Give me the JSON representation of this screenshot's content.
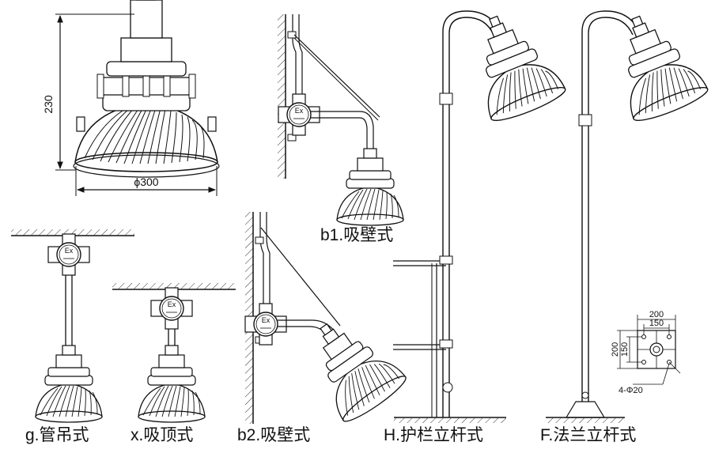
{
  "dimensions": {
    "height": "230",
    "diameter": "ϕ300",
    "flange_outer": "200",
    "flange_inner": "150",
    "flange_outer_v": "200",
    "flange_inner_v": "150",
    "holes": "4-Φ20"
  },
  "box_marks": {
    "g": "Ex",
    "x": "Ex",
    "b1": "Ex",
    "b2": "Ex"
  },
  "labels": {
    "b1": "b1.吸壁式",
    "g": "g.管吊式",
    "x": "x.吸顶式",
    "b2": "b2.吸壁式",
    "H": "H.护栏立杆式",
    "F": "F.法兰立杆式"
  },
  "colors": {
    "stroke": "#1a1a1a",
    "background": "#ffffff"
  }
}
